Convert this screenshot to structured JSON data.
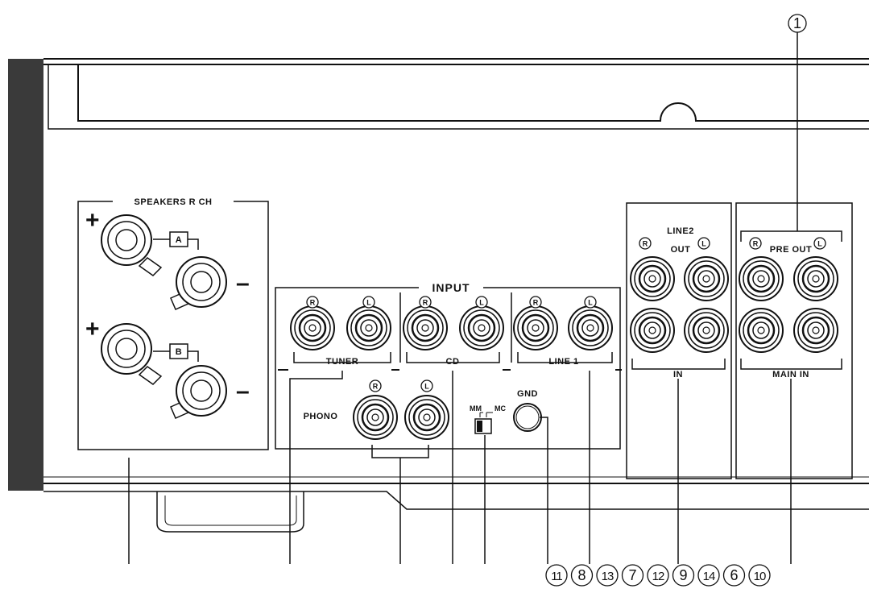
{
  "top_callout": "1",
  "speakers": {
    "title": "SPEAKERS R CH",
    "plus": "+",
    "minus": "–",
    "a_label": "A",
    "b_label": "B"
  },
  "input": {
    "title": "INPUT",
    "r": "R",
    "l": "L",
    "tuner": "TUNER",
    "cd": "CD",
    "line1": "LINE 1",
    "phono": "PHONO",
    "mm": "MM",
    "mc": "MC",
    "gnd": "GND"
  },
  "line2": {
    "title": "LINE2",
    "out": "OUT",
    "in": "IN"
  },
  "preout": {
    "pre_out": "PRE OUT",
    "main_in": "MAIN IN"
  },
  "bottom_callouts": [
    "11",
    "8",
    "13",
    "7",
    "12",
    "9",
    "14",
    "6",
    "10"
  ]
}
